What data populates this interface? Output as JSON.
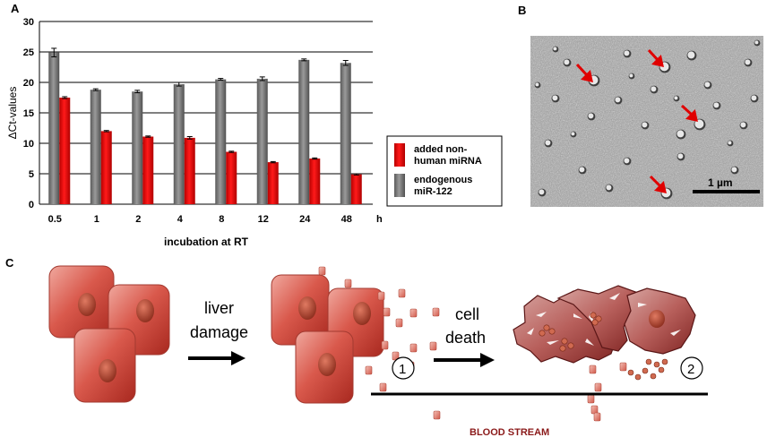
{
  "panels": {
    "a": "A",
    "b": "B",
    "c": "C"
  },
  "colors": {
    "red_series": "#e00000",
    "gray_series": "#7a7a7a",
    "cell_fill": "#d9594c",
    "blood_stream_text": "#8b1a1a"
  },
  "chart_data": {
    "type": "bar",
    "categories": [
      "0.5",
      "1",
      "2",
      "4",
      "8",
      "12",
      "24",
      "48"
    ],
    "x_unit": "h",
    "xlabel": "incubation at RT",
    "ylabel": "ΔCt-values",
    "ylim": [
      0,
      30
    ],
    "yticks": [
      "0",
      "5",
      "10",
      "15",
      "20",
      "25",
      "30"
    ],
    "grid": true,
    "legend_position": "right",
    "series": [
      {
        "name": "endogenous miR-122",
        "legend_lines": [
          "endogenous",
          "miR-122"
        ],
        "color": "#7a7a7a",
        "values": [
          24.9,
          18.8,
          18.5,
          19.7,
          20.5,
          20.6,
          23.7,
          23.2
        ],
        "errors": [
          0.7,
          0.15,
          0.2,
          0.3,
          0.15,
          0.3,
          0.15,
          0.4
        ]
      },
      {
        "name": "added non-human miRNA",
        "legend_lines": [
          "added non-",
          "human miRNA"
        ],
        "color": "#e00000",
        "values": [
          17.5,
          12.0,
          11.1,
          10.9,
          8.6,
          6.9,
          7.5,
          4.9
        ],
        "errors": [
          0.15,
          0.1,
          0.1,
          0.2,
          0.1,
          0.1,
          0.1,
          0.1
        ]
      }
    ]
  },
  "micrograph": {
    "scale_label": "1 µm"
  },
  "diagram": {
    "step1_lines": [
      "liver",
      "damage"
    ],
    "step2_lines": [
      "cell",
      "death"
    ],
    "marker1": "1",
    "marker2": "2",
    "blood_stream_label": "BLOOD STREAM"
  }
}
